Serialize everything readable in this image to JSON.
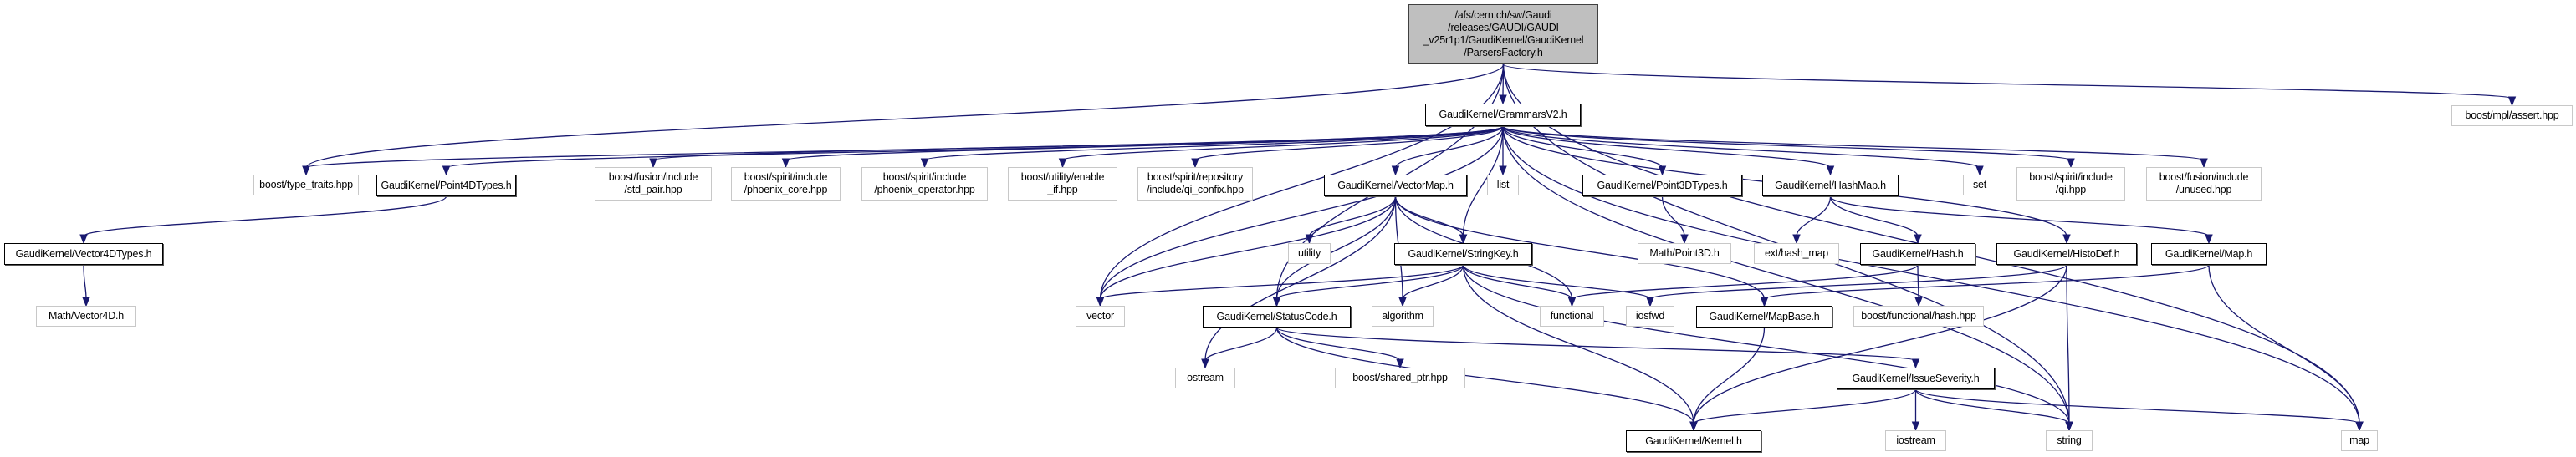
{
  "diagram": {
    "type": "include-dependency-graph",
    "edge_color": "#191970",
    "root_fill": "#bfbfbf",
    "internal_border": "#000000",
    "external_border": "#c8c8c8",
    "nodes": [
      {
        "id": "root",
        "label": "/afs/cern.ch/sw/Gaudi\n/releases/GAUDI/GAUDI\n_v25r1p1/GaudiKernel/GaudiKernel\n/ParsersFactory.h",
        "kind": "root"
      },
      {
        "id": "grammars",
        "label": "GaudiKernel/GrammarsV2.h",
        "kind": "internal"
      },
      {
        "id": "mplassert",
        "label": "boost/mpl/assert.hpp",
        "kind": "external"
      },
      {
        "id": "typetraits",
        "label": "boost/type_traits.hpp",
        "kind": "external"
      },
      {
        "id": "point4d",
        "label": "GaudiKernel/Point4DTypes.h",
        "kind": "internal"
      },
      {
        "id": "stdpair",
        "label": "boost/fusion/include\n/std_pair.hpp",
        "kind": "external"
      },
      {
        "id": "phxcore",
        "label": "boost/spirit/include\n/phoenix_core.hpp",
        "kind": "external"
      },
      {
        "id": "phxop",
        "label": "boost/spirit/include\n/phoenix_operator.hpp",
        "kind": "external"
      },
      {
        "id": "enableif",
        "label": "boost/utility/enable\n_if.hpp",
        "kind": "external"
      },
      {
        "id": "qiconfix",
        "label": "boost/spirit/repository\n/include/qi_confix.hpp",
        "kind": "external"
      },
      {
        "id": "vectormap",
        "label": "GaudiKernel/VectorMap.h",
        "kind": "internal"
      },
      {
        "id": "list",
        "label": "list",
        "kind": "external"
      },
      {
        "id": "point3d",
        "label": "GaudiKernel/Point3DTypes.h",
        "kind": "internal"
      },
      {
        "id": "hashmap",
        "label": "GaudiKernel/HashMap.h",
        "kind": "internal"
      },
      {
        "id": "set",
        "label": "set",
        "kind": "external"
      },
      {
        "id": "qihpp",
        "label": "boost/spirit/include\n/qi.hpp",
        "kind": "external"
      },
      {
        "id": "unused",
        "label": "boost/fusion/include\n/unused.hpp",
        "kind": "external"
      },
      {
        "id": "vector4d",
        "label": "GaudiKernel/Vector4DTypes.h",
        "kind": "internal"
      },
      {
        "id": "utility",
        "label": "utility",
        "kind": "external"
      },
      {
        "id": "stringkey",
        "label": "GaudiKernel/StringKey.h",
        "kind": "internal"
      },
      {
        "id": "mathpoint3d",
        "label": "Math/Point3D.h",
        "kind": "external"
      },
      {
        "id": "exthashmap",
        "label": "ext/hash_map",
        "kind": "external"
      },
      {
        "id": "hash",
        "label": "GaudiKernel/Hash.h",
        "kind": "internal"
      },
      {
        "id": "histodef",
        "label": "GaudiKernel/HistoDef.h",
        "kind": "internal"
      },
      {
        "id": "map_h",
        "label": "GaudiKernel/Map.h",
        "kind": "internal"
      },
      {
        "id": "mathvector4d",
        "label": "Math/Vector4D.h",
        "kind": "external"
      },
      {
        "id": "vector",
        "label": "vector",
        "kind": "external"
      },
      {
        "id": "statuscode",
        "label": "GaudiKernel/StatusCode.h",
        "kind": "internal"
      },
      {
        "id": "algorithm",
        "label": "algorithm",
        "kind": "external"
      },
      {
        "id": "functional",
        "label": "functional",
        "kind": "external"
      },
      {
        "id": "iosfwd",
        "label": "iosfwd",
        "kind": "external"
      },
      {
        "id": "mapbase",
        "label": "GaudiKernel/MapBase.h",
        "kind": "internal"
      },
      {
        "id": "boosthash",
        "label": "boost/functional/hash.hpp",
        "kind": "external"
      },
      {
        "id": "ostream",
        "label": "ostream",
        "kind": "external"
      },
      {
        "id": "sharedptr",
        "label": "boost/shared_ptr.hpp",
        "kind": "external"
      },
      {
        "id": "issueseverity",
        "label": "GaudiKernel/IssueSeverity.h",
        "kind": "internal"
      },
      {
        "id": "kernel",
        "label": "GaudiKernel/Kernel.h",
        "kind": "internal"
      },
      {
        "id": "iostream",
        "label": "iostream",
        "kind": "external"
      },
      {
        "id": "string",
        "label": "string",
        "kind": "external"
      },
      {
        "id": "map",
        "label": "map",
        "kind": "external"
      }
    ],
    "edges": [
      [
        "root",
        "grammars"
      ],
      [
        "root",
        "mplassert"
      ],
      [
        "root",
        "typetraits"
      ],
      [
        "root",
        "vector"
      ],
      [
        "root",
        "statuscode"
      ],
      [
        "root",
        "string"
      ],
      [
        "root",
        "map"
      ],
      [
        "grammars",
        "typetraits"
      ],
      [
        "grammars",
        "point4d"
      ],
      [
        "grammars",
        "stdpair"
      ],
      [
        "grammars",
        "phxcore"
      ],
      [
        "grammars",
        "phxop"
      ],
      [
        "grammars",
        "enableif"
      ],
      [
        "grammars",
        "qiconfix"
      ],
      [
        "grammars",
        "vectormap"
      ],
      [
        "grammars",
        "list"
      ],
      [
        "grammars",
        "stringkey"
      ],
      [
        "grammars",
        "point3d"
      ],
      [
        "grammars",
        "hashmap"
      ],
      [
        "grammars",
        "histodef"
      ],
      [
        "grammars",
        "set"
      ],
      [
        "grammars",
        "qihpp"
      ],
      [
        "grammars",
        "unused"
      ],
      [
        "grammars",
        "vector"
      ],
      [
        "grammars",
        "string"
      ],
      [
        "grammars",
        "map"
      ],
      [
        "point4d",
        "vector4d"
      ],
      [
        "vector4d",
        "mathvector4d"
      ],
      [
        "vectormap",
        "utility"
      ],
      [
        "vectormap",
        "stringkey"
      ],
      [
        "vectormap",
        "vector"
      ],
      [
        "vectormap",
        "statuscode"
      ],
      [
        "vectormap",
        "algorithm"
      ],
      [
        "vectormap",
        "functional"
      ],
      [
        "vectormap",
        "ostream"
      ],
      [
        "vectormap",
        "mapbase"
      ],
      [
        "point3d",
        "mathpoint3d"
      ],
      [
        "hashmap",
        "exthashmap"
      ],
      [
        "hashmap",
        "hash"
      ],
      [
        "hashmap",
        "map_h"
      ],
      [
        "stringkey",
        "vector"
      ],
      [
        "stringkey",
        "statuscode"
      ],
      [
        "stringkey",
        "algorithm"
      ],
      [
        "stringkey",
        "functional"
      ],
      [
        "stringkey",
        "iosfwd"
      ],
      [
        "stringkey",
        "kernel"
      ],
      [
        "stringkey",
        "string"
      ],
      [
        "hash",
        "functional"
      ],
      [
        "hash",
        "boosthash"
      ],
      [
        "histodef",
        "iosfwd"
      ],
      [
        "histodef",
        "kernel"
      ],
      [
        "histodef",
        "string"
      ],
      [
        "map_h",
        "mapbase"
      ],
      [
        "map_h",
        "map"
      ],
      [
        "statuscode",
        "ostream"
      ],
      [
        "statuscode",
        "sharedptr"
      ],
      [
        "statuscode",
        "kernel"
      ],
      [
        "statuscode",
        "issueseverity"
      ],
      [
        "mapbase",
        "kernel"
      ],
      [
        "issueseverity",
        "kernel"
      ],
      [
        "issueseverity",
        "iostream"
      ],
      [
        "issueseverity",
        "string"
      ],
      [
        "issueseverity",
        "map"
      ]
    ]
  }
}
